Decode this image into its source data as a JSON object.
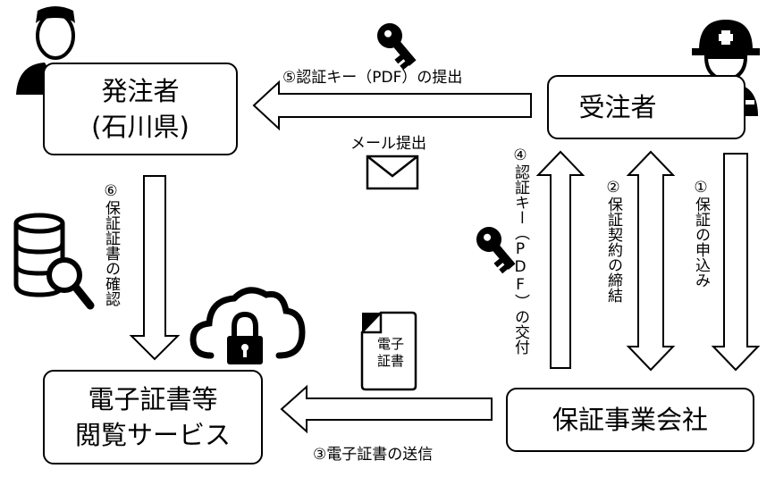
{
  "nodes": {
    "orderer_line1": "発注者",
    "orderer_line2": "(石川県)",
    "contractor": "受注者",
    "guarantor": "保証事業会社",
    "service_line1": "電子証書等",
    "service_line2": "閲覧サービス"
  },
  "steps": {
    "step1": "①保証の申込み",
    "step2": "②保証契約の締結",
    "step3": "③電子証書の送信",
    "step4": "④認証キー（PDF）の交付",
    "step5": "⑤認証キー（PDF）の提出",
    "step6": "⑥保証証書の確認"
  },
  "labels": {
    "mail": "メール提出",
    "doc_line1": "電子",
    "doc_line2": "証書"
  },
  "icons": {
    "orderer": "businessman-icon",
    "contractor": "construction-worker-icon",
    "key": "key-icon",
    "mail": "envelope-icon",
    "database": "database-search-icon",
    "cloud": "cloud-lock-icon",
    "document": "document-icon"
  }
}
